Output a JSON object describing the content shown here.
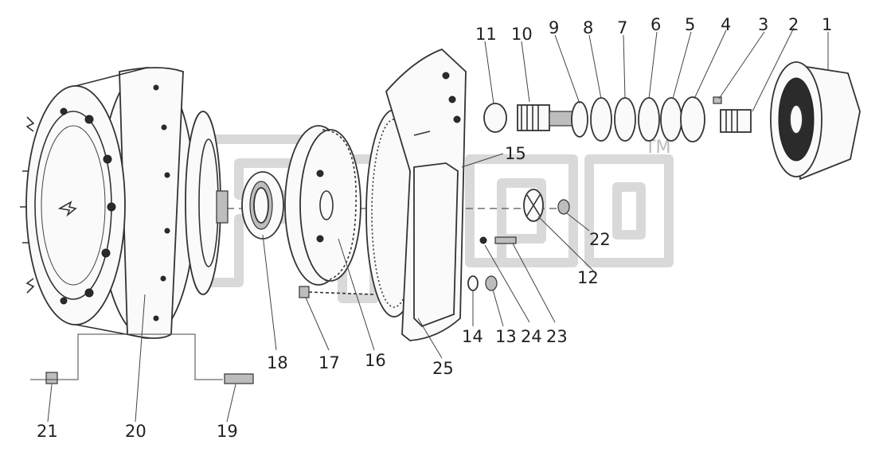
{
  "callouts": [
    "1",
    "2",
    "3",
    "4",
    "5",
    "6",
    "7",
    "8",
    "9",
    "10",
    "11",
    "12",
    "13",
    "14",
    "15",
    "16",
    "17",
    "18",
    "19",
    "20",
    "21",
    "22",
    "23",
    "24",
    "25"
  ],
  "watermark_text": "TM"
}
